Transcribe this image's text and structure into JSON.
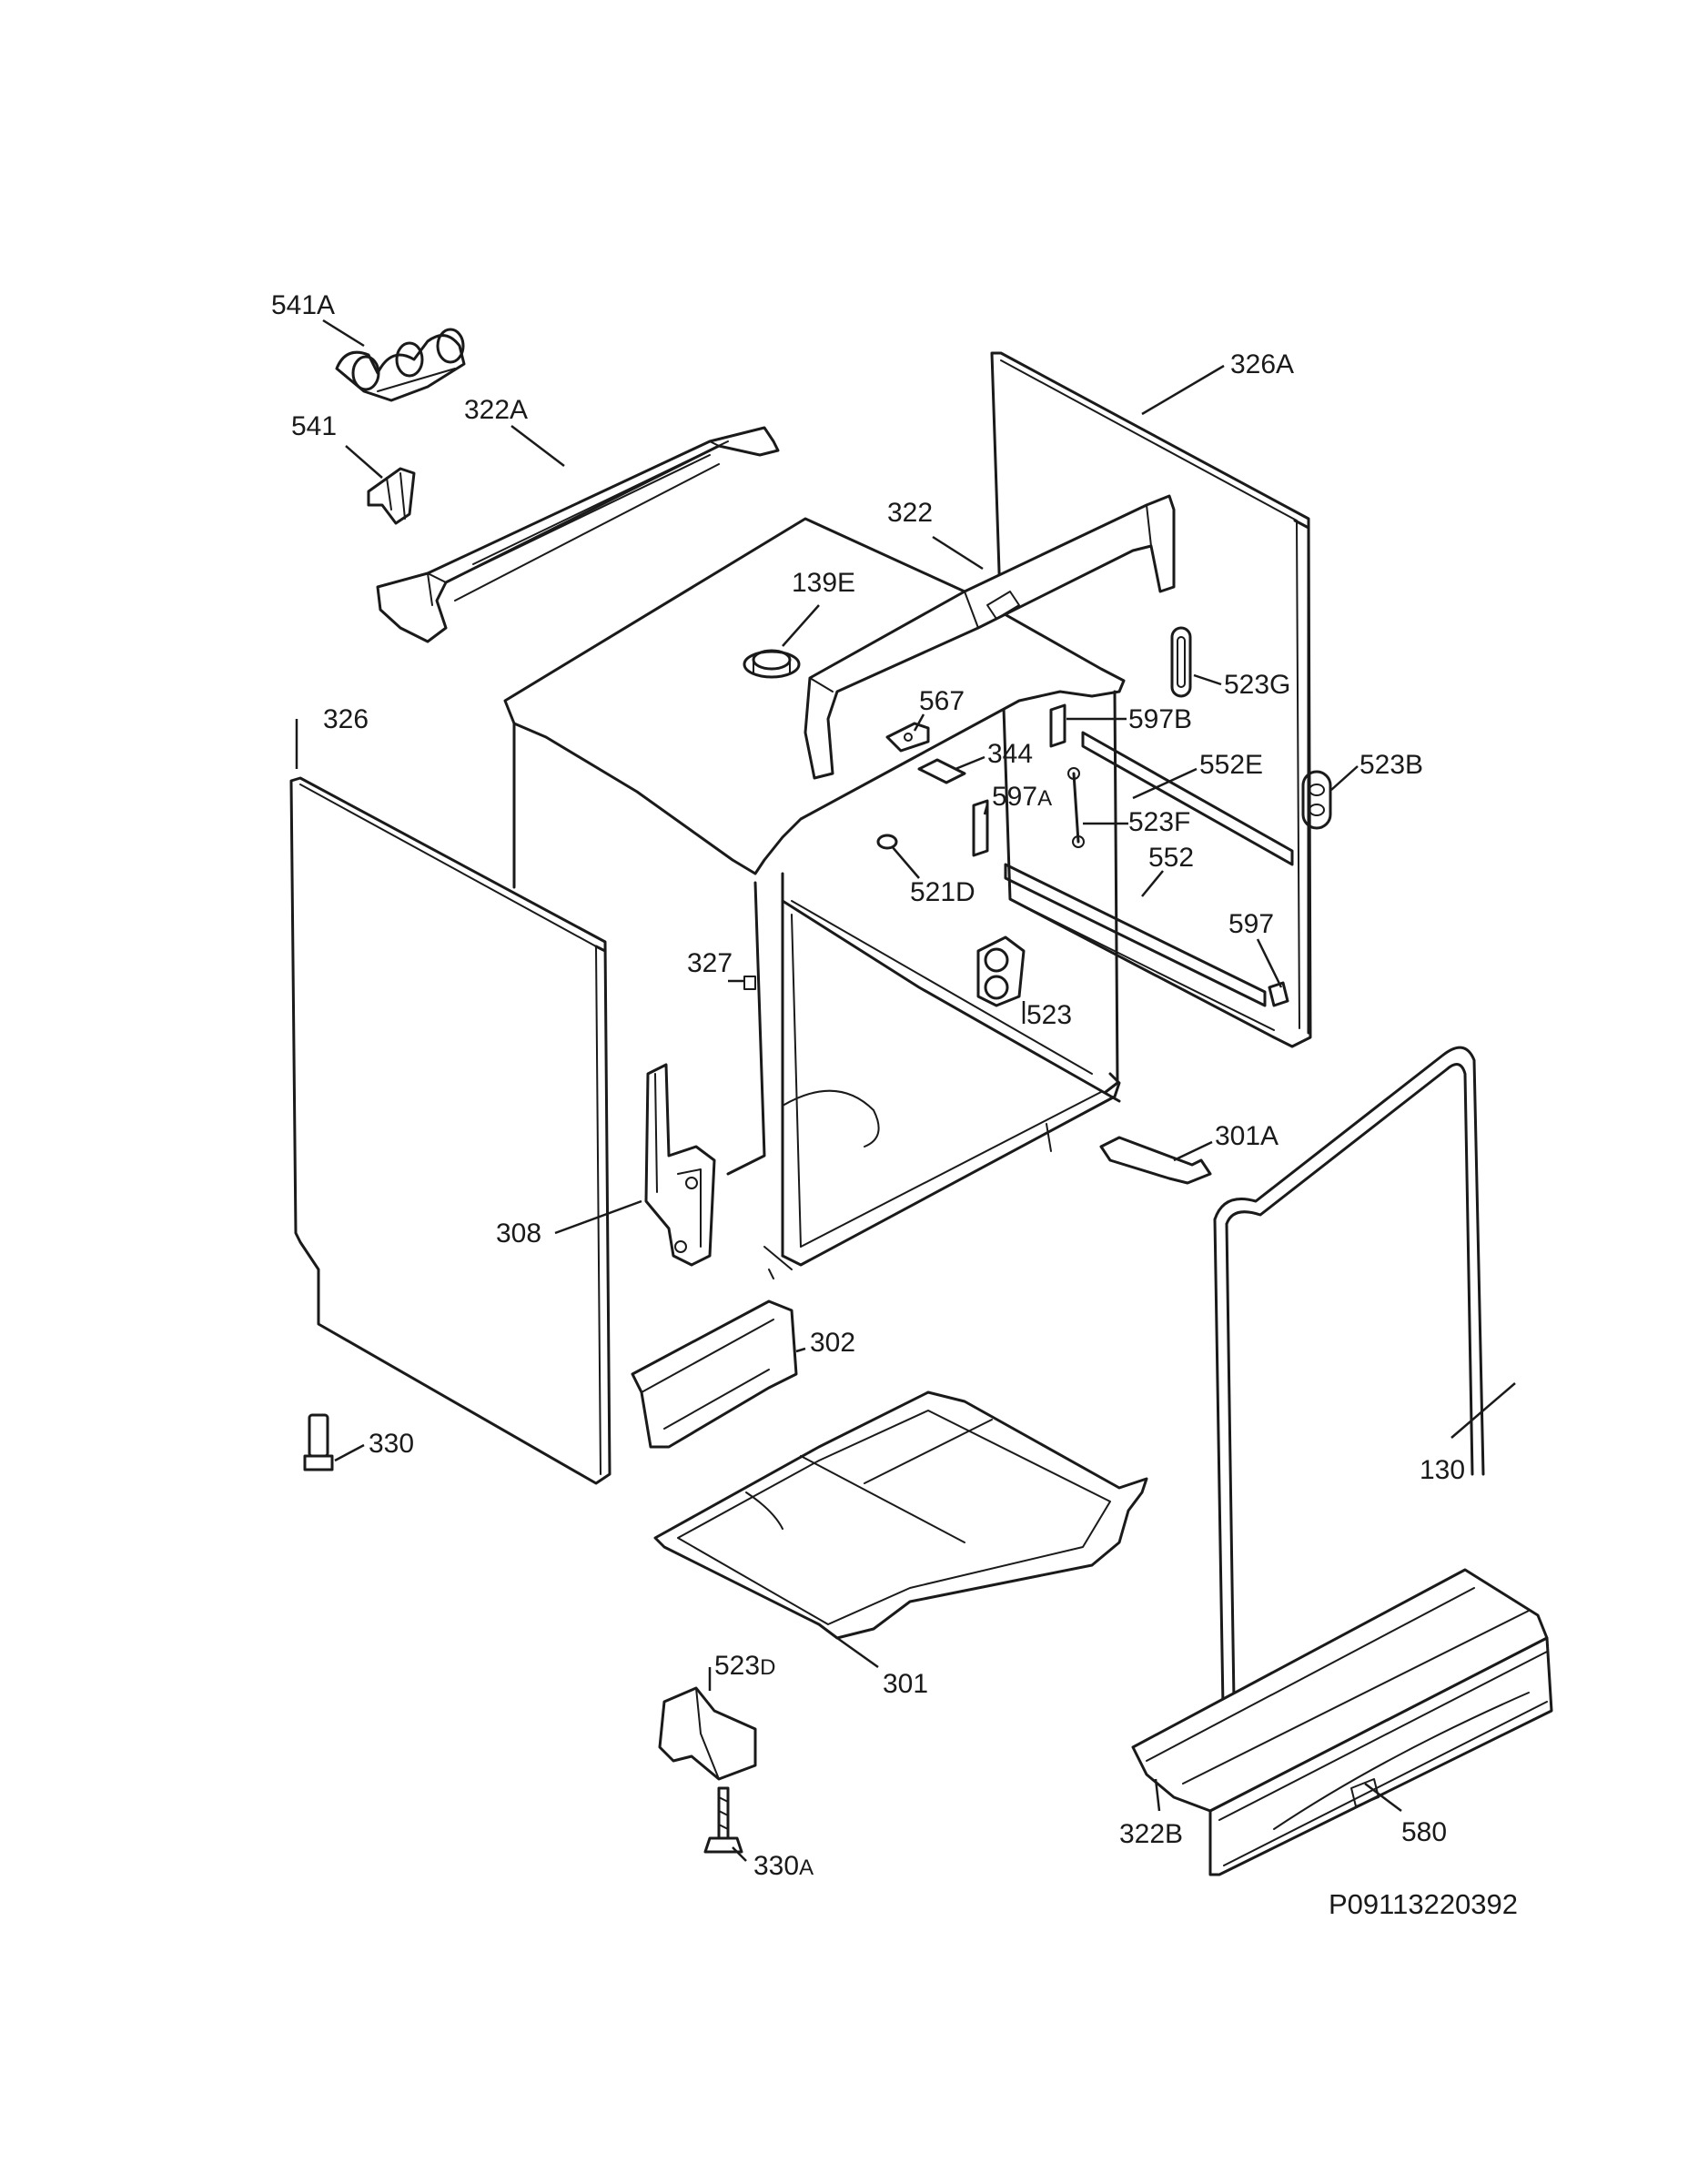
{
  "document_id": "P09113220392",
  "labels": {
    "l_541A": "541A",
    "l_541": "541",
    "l_322A": "322A",
    "l_326A": "326A",
    "l_322": "322",
    "l_139E": "139E",
    "l_523G": "523G",
    "l_567": "567",
    "l_597B": "597B",
    "l_344": "344",
    "l_552E": "552E",
    "l_523B": "523B",
    "l_326": "326",
    "l_597A_main": "597",
    "l_597A_sub": "A",
    "l_523F": "523F",
    "l_552": "552",
    "l_521D": "521D",
    "l_597": "597",
    "l_327": "327",
    "l_523": "523",
    "l_301A": "301A",
    "l_308": "308",
    "l_302": "302",
    "l_330": "330",
    "l_130": "130",
    "l_523D_main": "523",
    "l_523D_sub": "D",
    "l_301": "301",
    "l_322B": "322B",
    "l_580": "580",
    "l_330A_main": "330",
    "l_330A_sub": "A"
  }
}
